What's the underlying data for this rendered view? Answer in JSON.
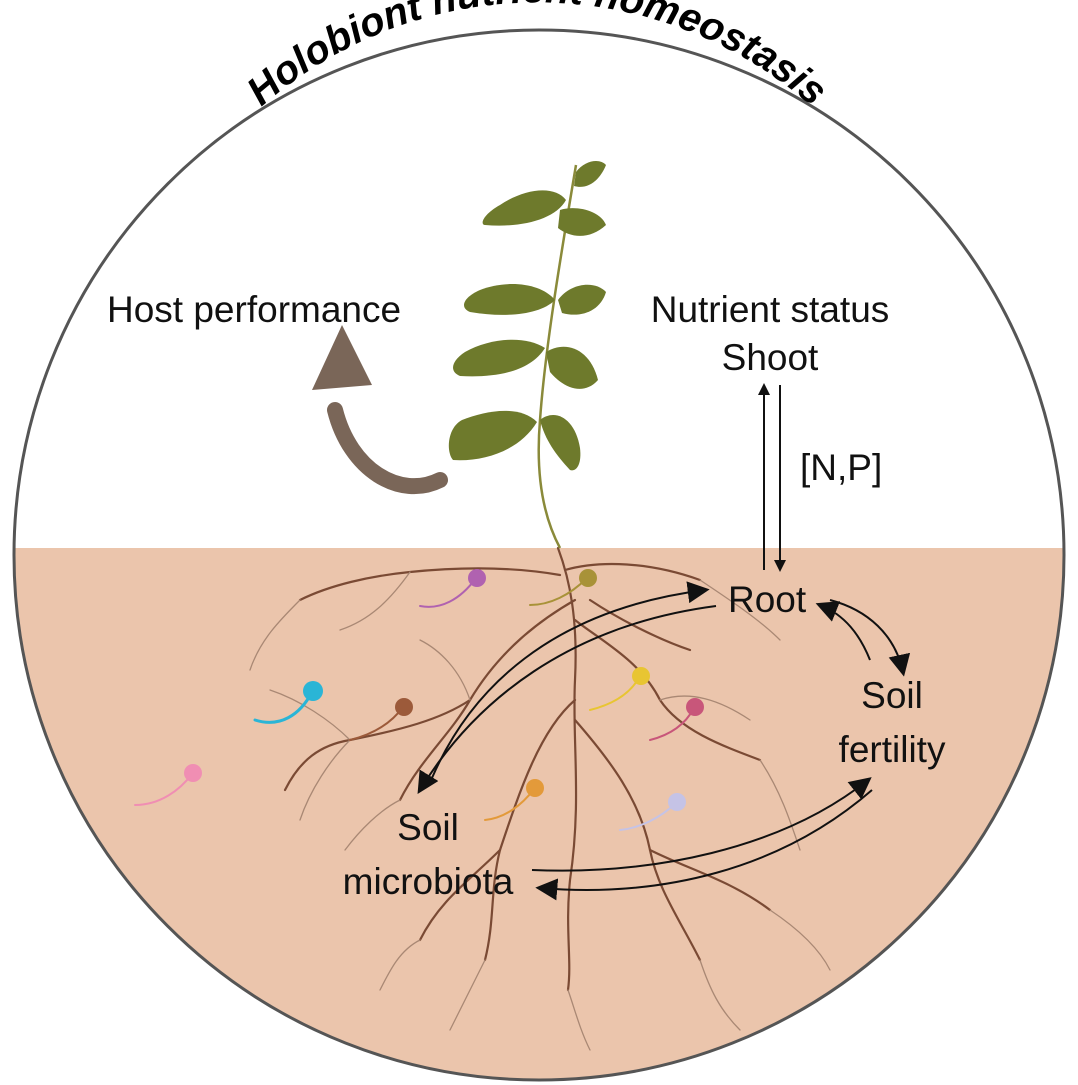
{
  "title": "Holobiont nutrient homeostasis",
  "labels": {
    "host_performance": "Host performance",
    "nutrient_status": "Nutrient status",
    "shoot": "Shoot",
    "np": "[N,P]",
    "root": "Root",
    "soil_fertility_1": "Soil",
    "soil_fertility_2": "fertility",
    "soil_microbiota_1": "Soil",
    "soil_microbiota_2": "microbiota"
  },
  "colors": {
    "soil": "#EBC5AC",
    "leaf": "#6E7A2C",
    "performance_arrow": "#7A6658",
    "root_lines": "#7A4A34",
    "microbe_colors": [
      "#B062B0",
      "#A89238",
      "#2AB5D6",
      "#9C5A3A",
      "#E8C532",
      "#C8567A",
      "#E39A3A",
      "#F08EB3",
      "#C5C3E6"
    ]
  }
}
